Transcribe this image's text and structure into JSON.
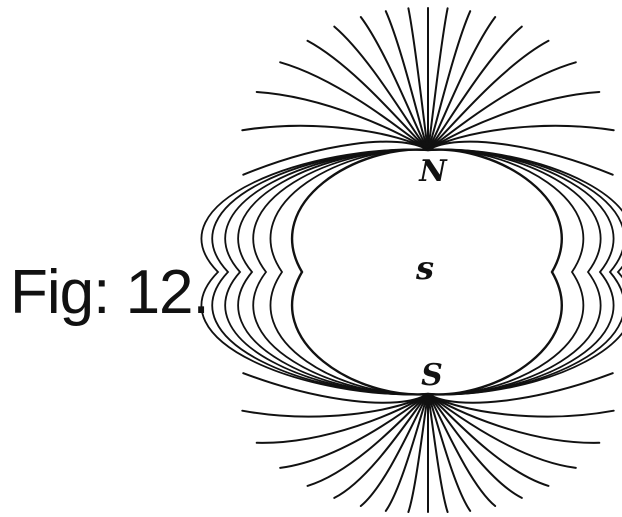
{
  "figure": {
    "label": "Fig: 12.",
    "pole_top": "N",
    "pole_center": "s",
    "pole_bottom": "S"
  },
  "colors": {
    "ink": "#111111",
    "paper": "#ffffff"
  }
}
